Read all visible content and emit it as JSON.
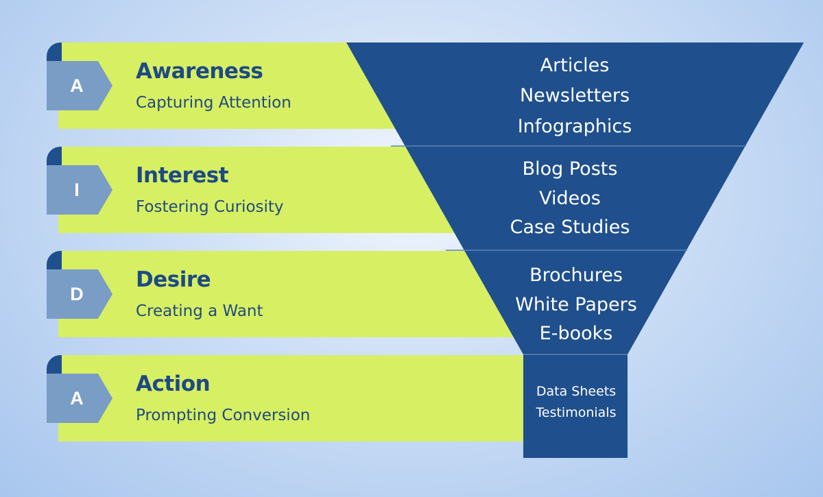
{
  "stages": [
    {
      "letter": "A",
      "title": "Awareness",
      "subtitle": "Capturing Attention",
      "content": [
        "Articles",
        "Newsletters",
        "Infographics"
      ]
    },
    {
      "letter": "I",
      "title": "Interest",
      "subtitle": "Fostering Curiosity",
      "content": [
        "Blog Posts",
        "Videos",
        "Case Studies"
      ]
    },
    {
      "letter": "D",
      "title": "Desire",
      "subtitle": "Creating a Want",
      "content": [
        "Brochures",
        "White Papers",
        "E-books"
      ]
    },
    {
      "letter": "A",
      "title": "Action",
      "subtitle": "Prompting Conversion",
      "content": [
        "Data Sheets",
        "Testimonials"
      ]
    }
  ],
  "colors": {
    "band": "#d7ef62",
    "tab": "#7a9dc6",
    "funnel": "#1f4f8c",
    "title_text": "#1e4a85",
    "content_text": "#ffffff"
  }
}
